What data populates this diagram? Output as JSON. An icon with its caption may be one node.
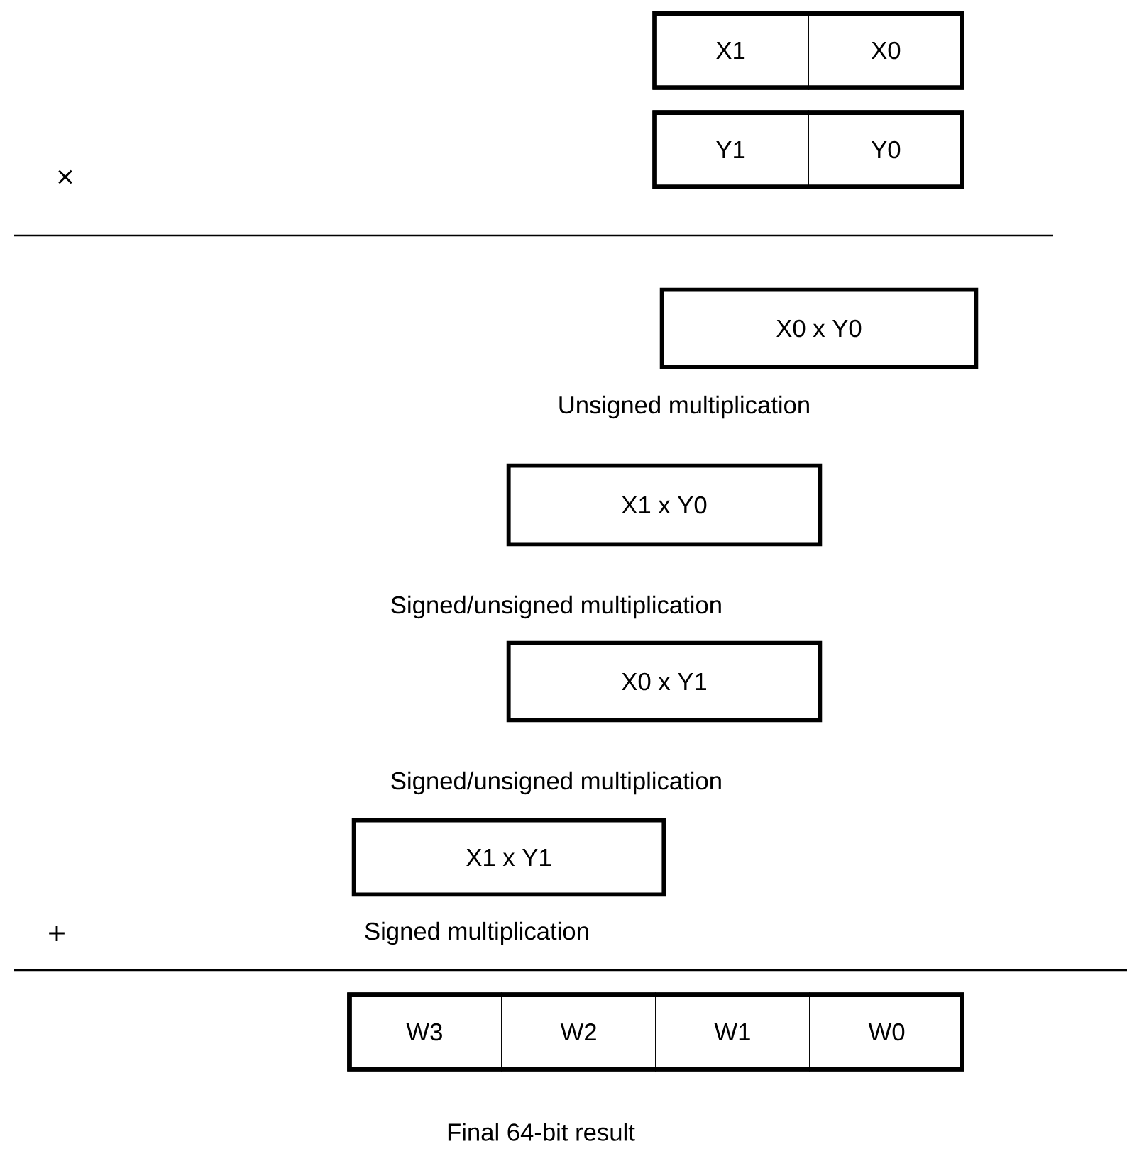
{
  "diagram": {
    "nodes": [
      {
        "text": [],
        "shape": "box"
      },
      {
        "text": [
          "X1"
        ],
        "in": 0
      },
      {
        "text": [
          "X0"
        ],
        "in": 0
      },
      {
        "text": [],
        "shape": "box"
      },
      {
        "text": [
          "Y1"
        ],
        "in": 3
      },
      {
        "text": [
          "Y0"
        ],
        "in": 3
      },
      {
        "text": [
          "X0 x Y0"
        ]
      },
      {
        "text": [
          "X1 x Y0"
        ]
      },
      {
        "text": [
          "X0 x Y1"
        ]
      },
      {
        "text": [
          "X1 x Y1"
        ]
      },
      {
        "text": [],
        "shape": "box"
      },
      {
        "text": [
          "W3"
        ],
        "in": 10
      },
      {
        "text": [
          "W2"
        ],
        "in": 10
      },
      {
        "text": [
          "W1"
        ],
        "in": 10
      },
      {
        "text": [
          "W0"
        ],
        "in": 10
      }
    ],
    "labels": [
      "×",
      "Unsigned multiplication",
      "Signed/unsigned multiplication",
      "Signed/unsigned multiplication",
      "+",
      "Signed multiplication",
      "Final 64-bit result"
    ]
  }
}
